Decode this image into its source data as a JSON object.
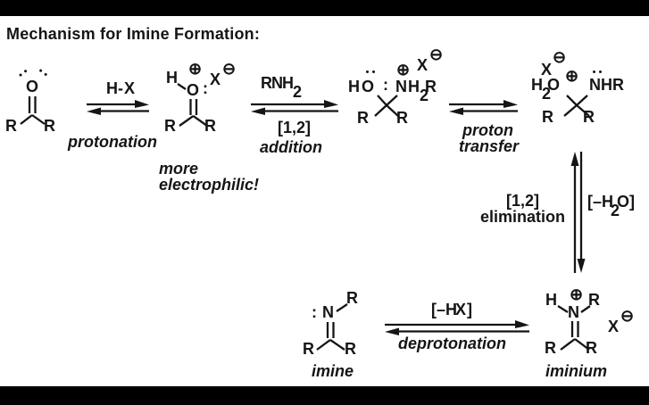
{
  "title": "Mechanism for Imine Formation:",
  "colors": {
    "red": "#d42b1c",
    "blue": "#2433cc",
    "gray": "#a6a6a6",
    "ink": "#151515"
  },
  "structures": {
    "ketone": {
      "o": "O",
      "r_left": "R",
      "r_right": "R"
    },
    "oxocarbenium": {
      "h": "H",
      "plus": "⊕",
      "o": "O",
      "lone_pair": ":",
      "x": "X",
      "minus": "⊖",
      "r_left": "R",
      "r_right": "R",
      "note_line1": "more",
      "note_line2": "electrophilic!"
    },
    "carbinolamine": {
      "h": "H",
      "o": "O",
      "lone_pair": ":",
      "plus": "⊕",
      "n": "N",
      "h2": "H",
      "h2_sub": "2",
      "r_on_n": "R",
      "x": "X",
      "minus": "⊖",
      "r_left": "R",
      "r_right": "R"
    },
    "protonated_carbinolamine": {
      "x": "X",
      "minus": "⊖",
      "h2": "H",
      "h2_sub": "2",
      "o": "O",
      "plus": "⊕",
      "n": "N",
      "hr": "HR",
      "r_left": "R",
      "r_right": "R"
    },
    "imine": {
      "lone_pair": ":",
      "n": "N",
      "r_top": "R",
      "r_left": "R",
      "r_right": "R",
      "caption": "imine"
    },
    "iminium": {
      "h": "H",
      "plus": "⊕",
      "r_top": "R",
      "n": "N",
      "r_left": "R",
      "r_right": "R",
      "x": "X",
      "minus": "⊖",
      "caption": "iminium"
    }
  },
  "steps": {
    "protonation": {
      "reagent": "H-",
      "reagent_x": "X",
      "label": "protonation"
    },
    "addition": {
      "reagent_r": "R",
      "reagent_n": "N",
      "reagent_h": "H",
      "reagent_sub": "2",
      "label_line1": "[1,2]",
      "label_line2": "addition"
    },
    "proton_transfer": {
      "label_line1": "proton",
      "label_line2": "transfer"
    },
    "elimination": {
      "label_line1": "[1,2]",
      "label_line2": "elimination",
      "byproduct_pre": "[–H",
      "byproduct_sub": "2",
      "byproduct_o": "O",
      "byproduct_post": "]"
    },
    "deprotonation": {
      "reagent_pre": "[–H",
      "reagent_x": "X",
      "reagent_post": "]",
      "label": "deprotonation"
    }
  }
}
